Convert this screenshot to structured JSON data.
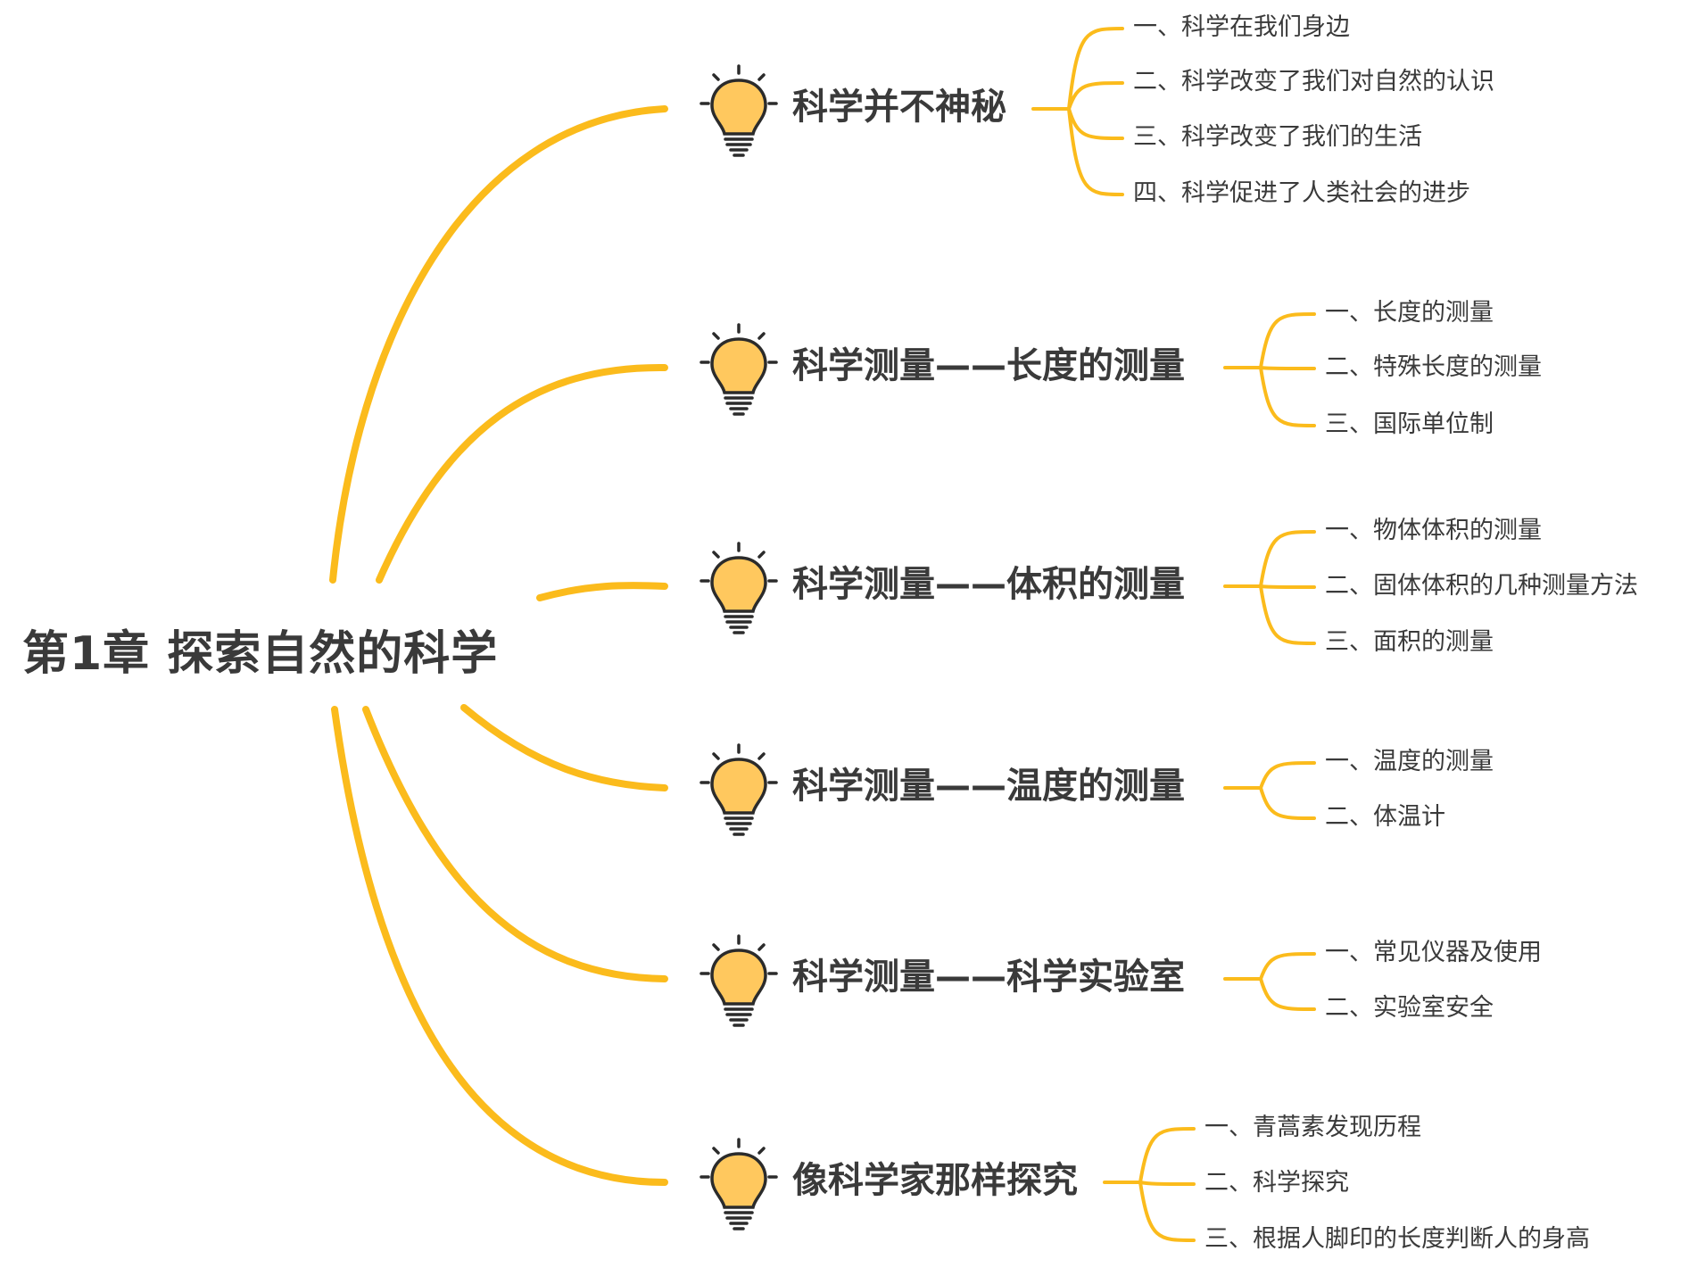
{
  "root": {
    "title": "第1章 探索自然的科学"
  },
  "colors": {
    "line": "#FBBB1C",
    "bulb_fill": "#FFC85E",
    "bulb_outline": "#2b2b2b",
    "text": "#3a3a3a"
  },
  "branches": [
    {
      "title": "科学并不神秘",
      "icon": "lightbulb-icon",
      "children": [
        "一、科学在我们身边",
        "二、科学改变了我们对自然的认识",
        "三、科学改变了我们的生活",
        "四、科学促进了人类社会的进步"
      ]
    },
    {
      "title": "科学测量——长度的测量",
      "icon": "lightbulb-icon",
      "children": [
        "一、长度的测量",
        "二、特殊长度的测量",
        "三、国际单位制"
      ]
    },
    {
      "title": "科学测量——体积的测量",
      "icon": "lightbulb-icon",
      "children": [
        "一、物体体积的测量",
        "二、固体体积的几种测量方法",
        "三、面积的测量"
      ]
    },
    {
      "title": "科学测量——温度的测量",
      "icon": "lightbulb-icon",
      "children": [
        "一、温度的测量",
        "二、体温计"
      ]
    },
    {
      "title": "科学测量——科学实验室",
      "icon": "lightbulb-icon",
      "children": [
        "一、常见仪器及使用",
        "二、实验室安全"
      ]
    },
    {
      "title": "像科学家那样探究",
      "icon": "lightbulb-icon",
      "children": [
        "一、青蒿素发现历程",
        "二、科学探究",
        "三、根据人脚印的长度判断人的身高"
      ]
    }
  ]
}
